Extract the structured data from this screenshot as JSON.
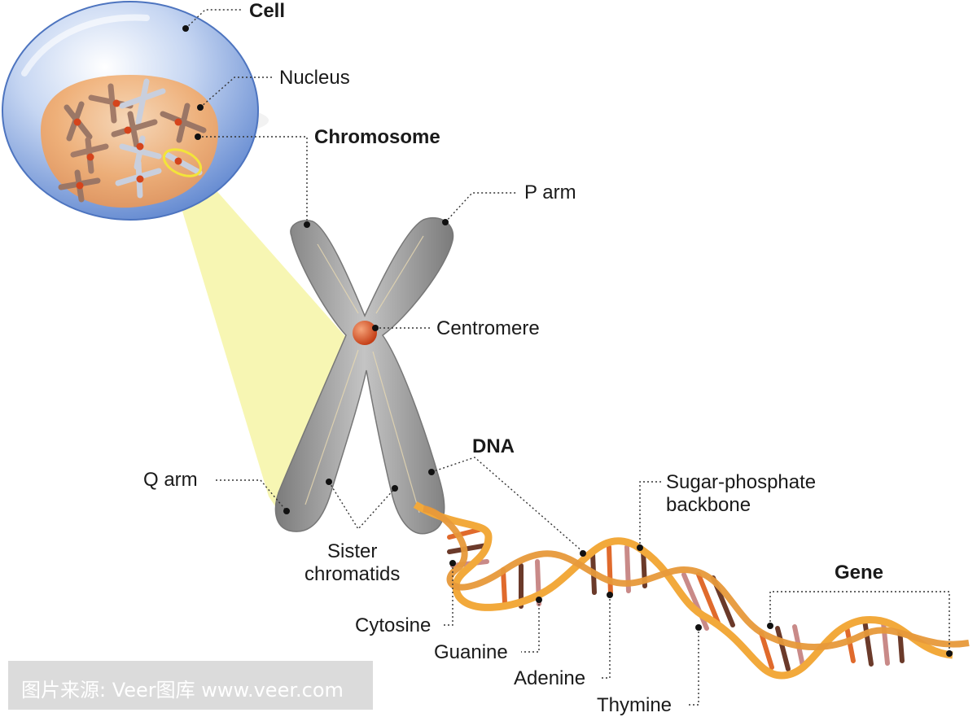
{
  "labels": {
    "cell": "Cell",
    "nucleus": "Nucleus",
    "chromosome": "Chromosome",
    "p_arm": "P arm",
    "centromere": "Centromere",
    "dna": "DNA",
    "q_arm": "Q arm",
    "sister_chromatids": "Sister\nchromatids",
    "sugar_phosphate_backbone": "Sugar-phosphate\nbackbone",
    "gene": "Gene",
    "cytosine": "Cytosine",
    "guanine": "Guanine",
    "adenine": "Adenine",
    "thymine": "Thymine"
  },
  "watermark": "图片来源: Veer图库 www.veer.com",
  "colors": {
    "cell_blue": "#6f94d6",
    "nucleus_orange": "#f0a86a",
    "chromosome_gray": "#8f8f8f",
    "centromere_red": "#d4441c",
    "highlight_yellow": "#f4f29a",
    "dna_backbone": "#f2a93b",
    "base_orange": "#e06a2c",
    "base_brown": "#6b3a2a",
    "base_pink": "#c98a88"
  }
}
